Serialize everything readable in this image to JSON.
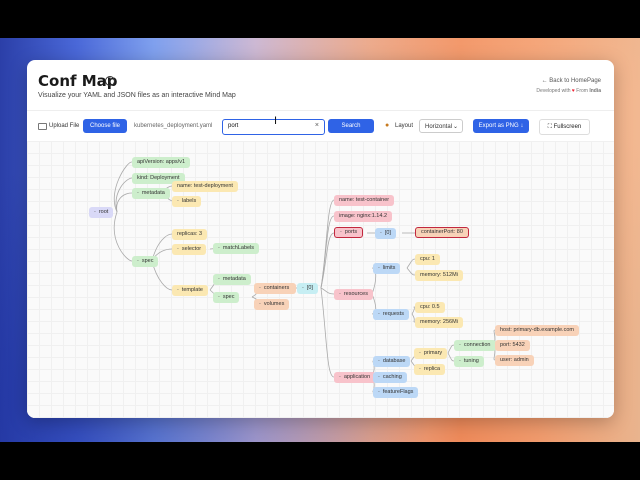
{
  "app": {
    "title": "Conf Map",
    "subtitle": "Visualize your YAML and JSON files as an interactive Mind Map",
    "back_link": "← Back to HomePage",
    "credit_prefix": "Developed with",
    "credit_heart": "♥",
    "credit_suffix": "From",
    "credit_place": "India"
  },
  "toolbar": {
    "upload_label": "Upload File",
    "choose_file": "Choose file",
    "file_name": "kubernetes_deployment.yaml",
    "search_value": "port",
    "clear": "×",
    "search_button": "Search",
    "layout_label": "Layout",
    "layout_value": "Horizontal",
    "export_button": "Export as PNG ↓",
    "fullscreen_button": "Fullscreen"
  },
  "map": {
    "toggle": "-",
    "root": "root",
    "apiVersion": "apiVersion: apps/v1",
    "kind": "kind: Deployment",
    "metadata": "metadata",
    "name_deploy": "name: test-deployment",
    "labels": "labels",
    "spec": "spec",
    "replicas": "replicas: 3",
    "selector": "selector",
    "matchLabels": "matchLabels",
    "template": "template",
    "t_metadata": "metadata",
    "t_spec": "spec",
    "containers": "containers",
    "volumes": "volumes",
    "idx0": "[0]",
    "c_name": "name: test-container",
    "c_image": "image: nginx:1.14.2",
    "ports": "ports",
    "p_idx0": "[0]",
    "containerPort": "containerPort: 80",
    "resources": "resources",
    "limits": "limits",
    "cpu1": "cpu: 1",
    "mem512": "memory: 512Mi",
    "requests": "requests",
    "cpu05": "cpu: 0.5",
    "mem256": "memory: 256Mi",
    "application": "application",
    "database": "database",
    "caching": "caching",
    "featureFlags": "featureFlags",
    "primary": "primary",
    "replica": "replica",
    "connection": "connection",
    "tuning": "tuning",
    "host": "host: primary-db.example.com",
    "port": "port: 5432",
    "user": "user: admin"
  }
}
